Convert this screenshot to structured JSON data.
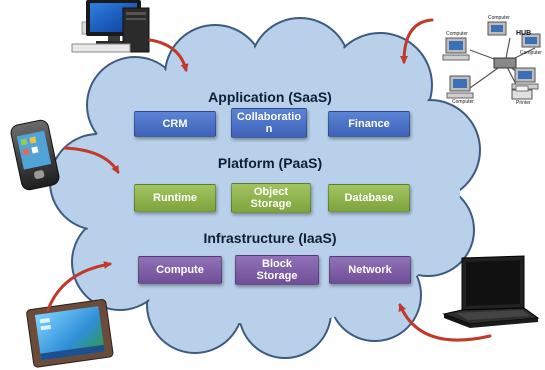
{
  "layers": {
    "saas": {
      "title": "Application (SaaS)",
      "items": [
        "CRM",
        "Collaboratio\nn",
        "Finance"
      ]
    },
    "paas": {
      "title": "Platform (PaaS)",
      "items": [
        "Runtime",
        "Object\nStorage",
        "Database"
      ]
    },
    "iaas": {
      "title": "Infrastructure (IaaS)",
      "items": [
        "Compute",
        "Block\nStorage",
        "Network"
      ]
    }
  },
  "network": {
    "hub_label": "HUB",
    "computer_label": "Computer",
    "printer_label": "Printer"
  },
  "devices": [
    "desktop-computer",
    "smartphone",
    "tablet",
    "laptop",
    "office-network"
  ],
  "colors": {
    "cloud_fill": "#b8d0ea",
    "cloud_stroke": "#3d5a80",
    "saas": "#4a72c8",
    "paas": "#8db44c",
    "iaas": "#7e5ea8",
    "arrow": "#c0392b"
  }
}
